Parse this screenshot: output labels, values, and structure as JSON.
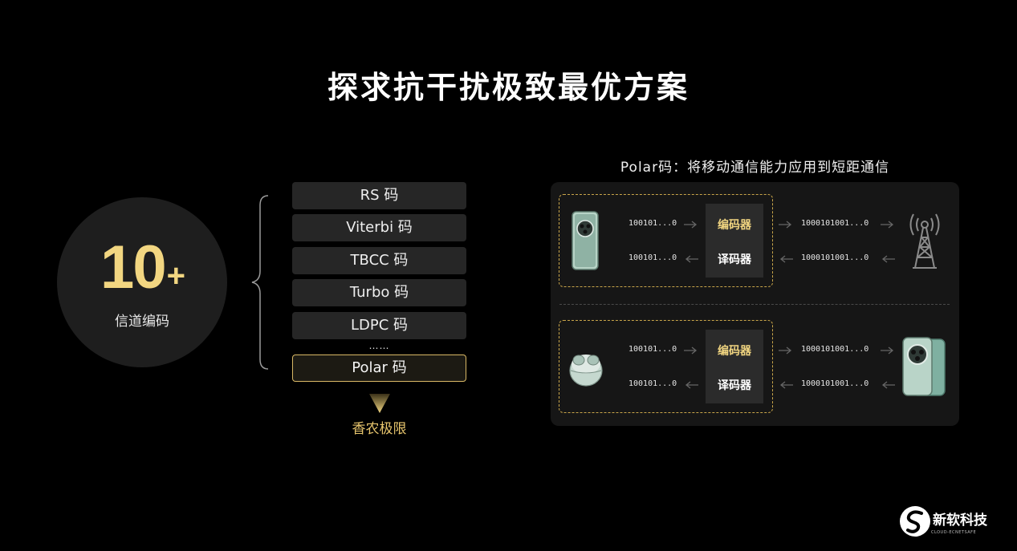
{
  "title": "探求抗干扰极致最优方案",
  "circle": {
    "number": "10",
    "plus": "+",
    "label": "信道编码"
  },
  "codes": [
    "RS 码",
    "Viterbi 码",
    "TBCC 码",
    "Turbo 码",
    "LDPC 码"
  ],
  "ellipsis": "……",
  "polar": "Polar 码",
  "limit": "香农极限",
  "panel": {
    "title": "Polar码：将移动通信能力应用到短距通信",
    "top": {
      "bits_left": [
        "100101...0",
        "100101...0"
      ],
      "encoder": "编码器",
      "decoder": "译码器",
      "bits_right": [
        "1000101001...0",
        "1000101001...0"
      ]
    },
    "bottom": {
      "bits_left": [
        "100101...0",
        "100101...0"
      ],
      "encoder": "编码器",
      "decoder": "译码器",
      "bits_right": [
        "1000101001...0",
        "1000101001...0"
      ]
    }
  },
  "logo": {
    "name": "新软科技",
    "sub": "CLOUD-ECNETSAFE"
  },
  "colors": {
    "gold": "#f2d681",
    "dashed_border": "#c9a54a",
    "panel_bg": "#161616"
  }
}
